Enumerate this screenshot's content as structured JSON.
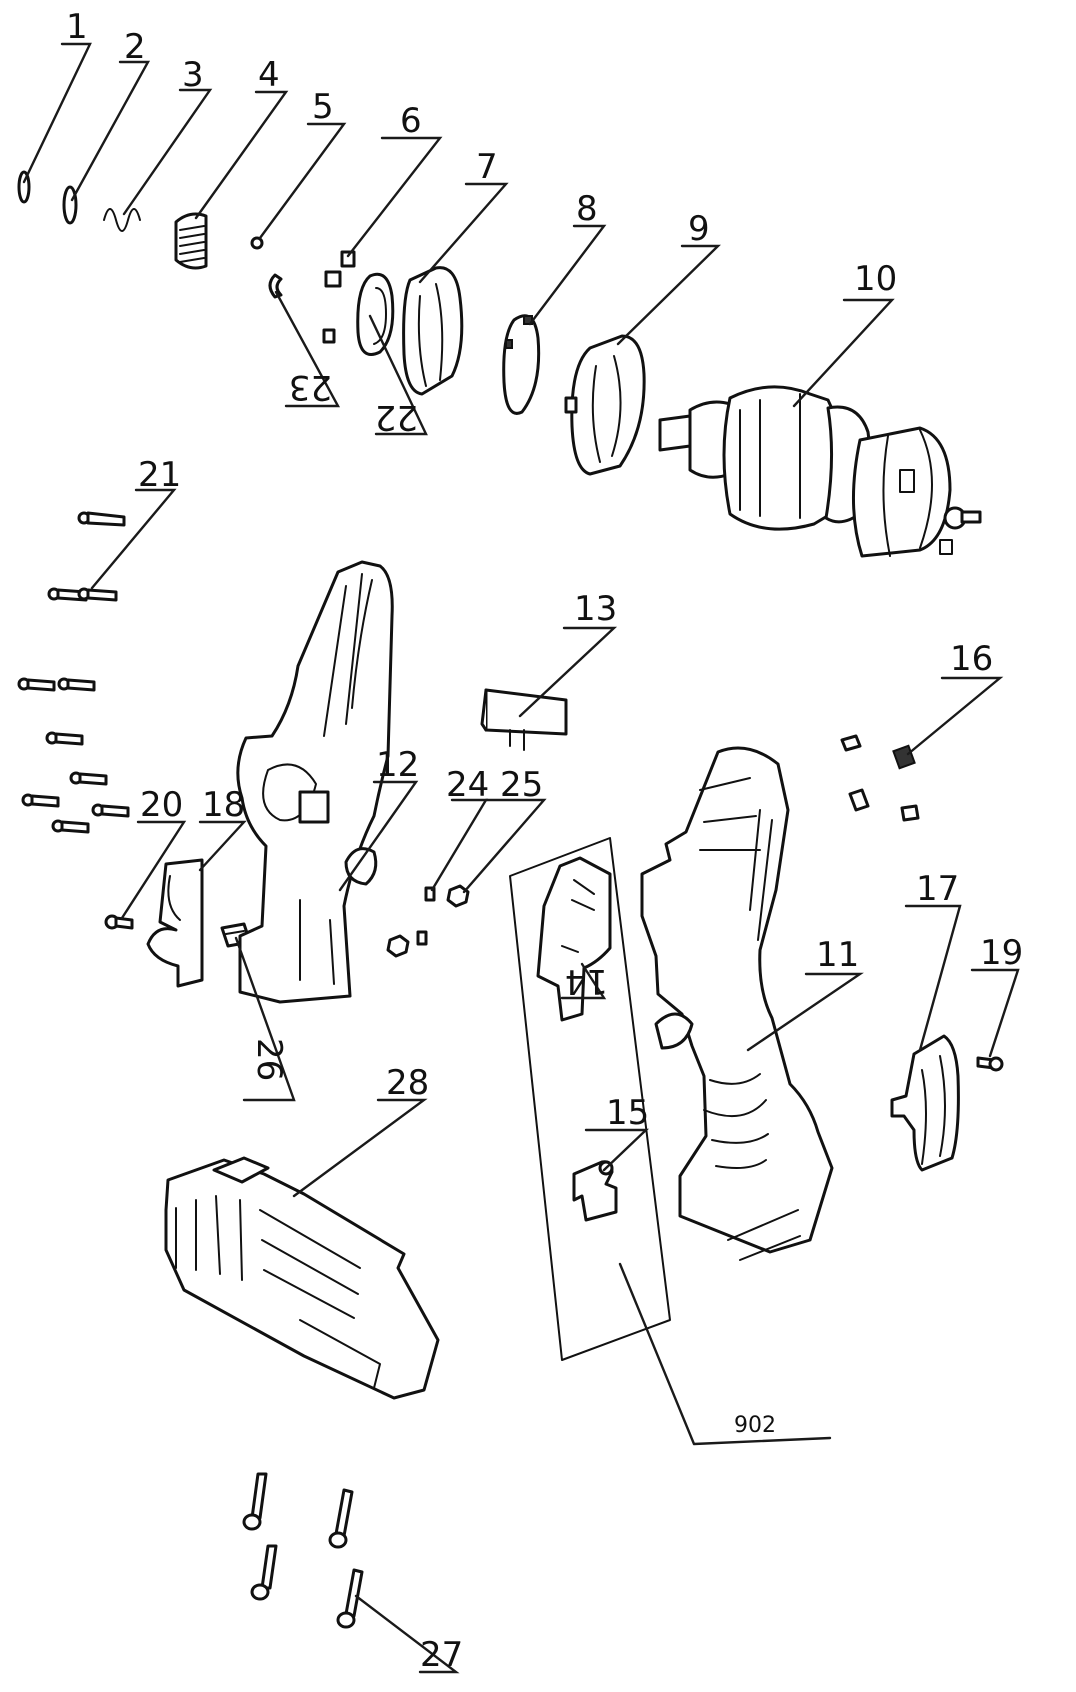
{
  "labels": {
    "p1": "1",
    "p2": "2",
    "p3": "3",
    "p4": "4",
    "p5": "5",
    "p6": "6",
    "p7": "7",
    "p8": "8",
    "p9": "9",
    "p10": "10",
    "p11": "11",
    "p12": "12",
    "p13": "13",
    "p14": "14",
    "p15": "15",
    "p16": "16",
    "p17": "17",
    "p18": "18",
    "p19": "19",
    "p20": "20",
    "p21": "21",
    "p22": "22",
    "p23": "23",
    "p24": "24",
    "p25": "25",
    "p26": "26",
    "p27": "27",
    "p28": "28",
    "p902": "902"
  }
}
